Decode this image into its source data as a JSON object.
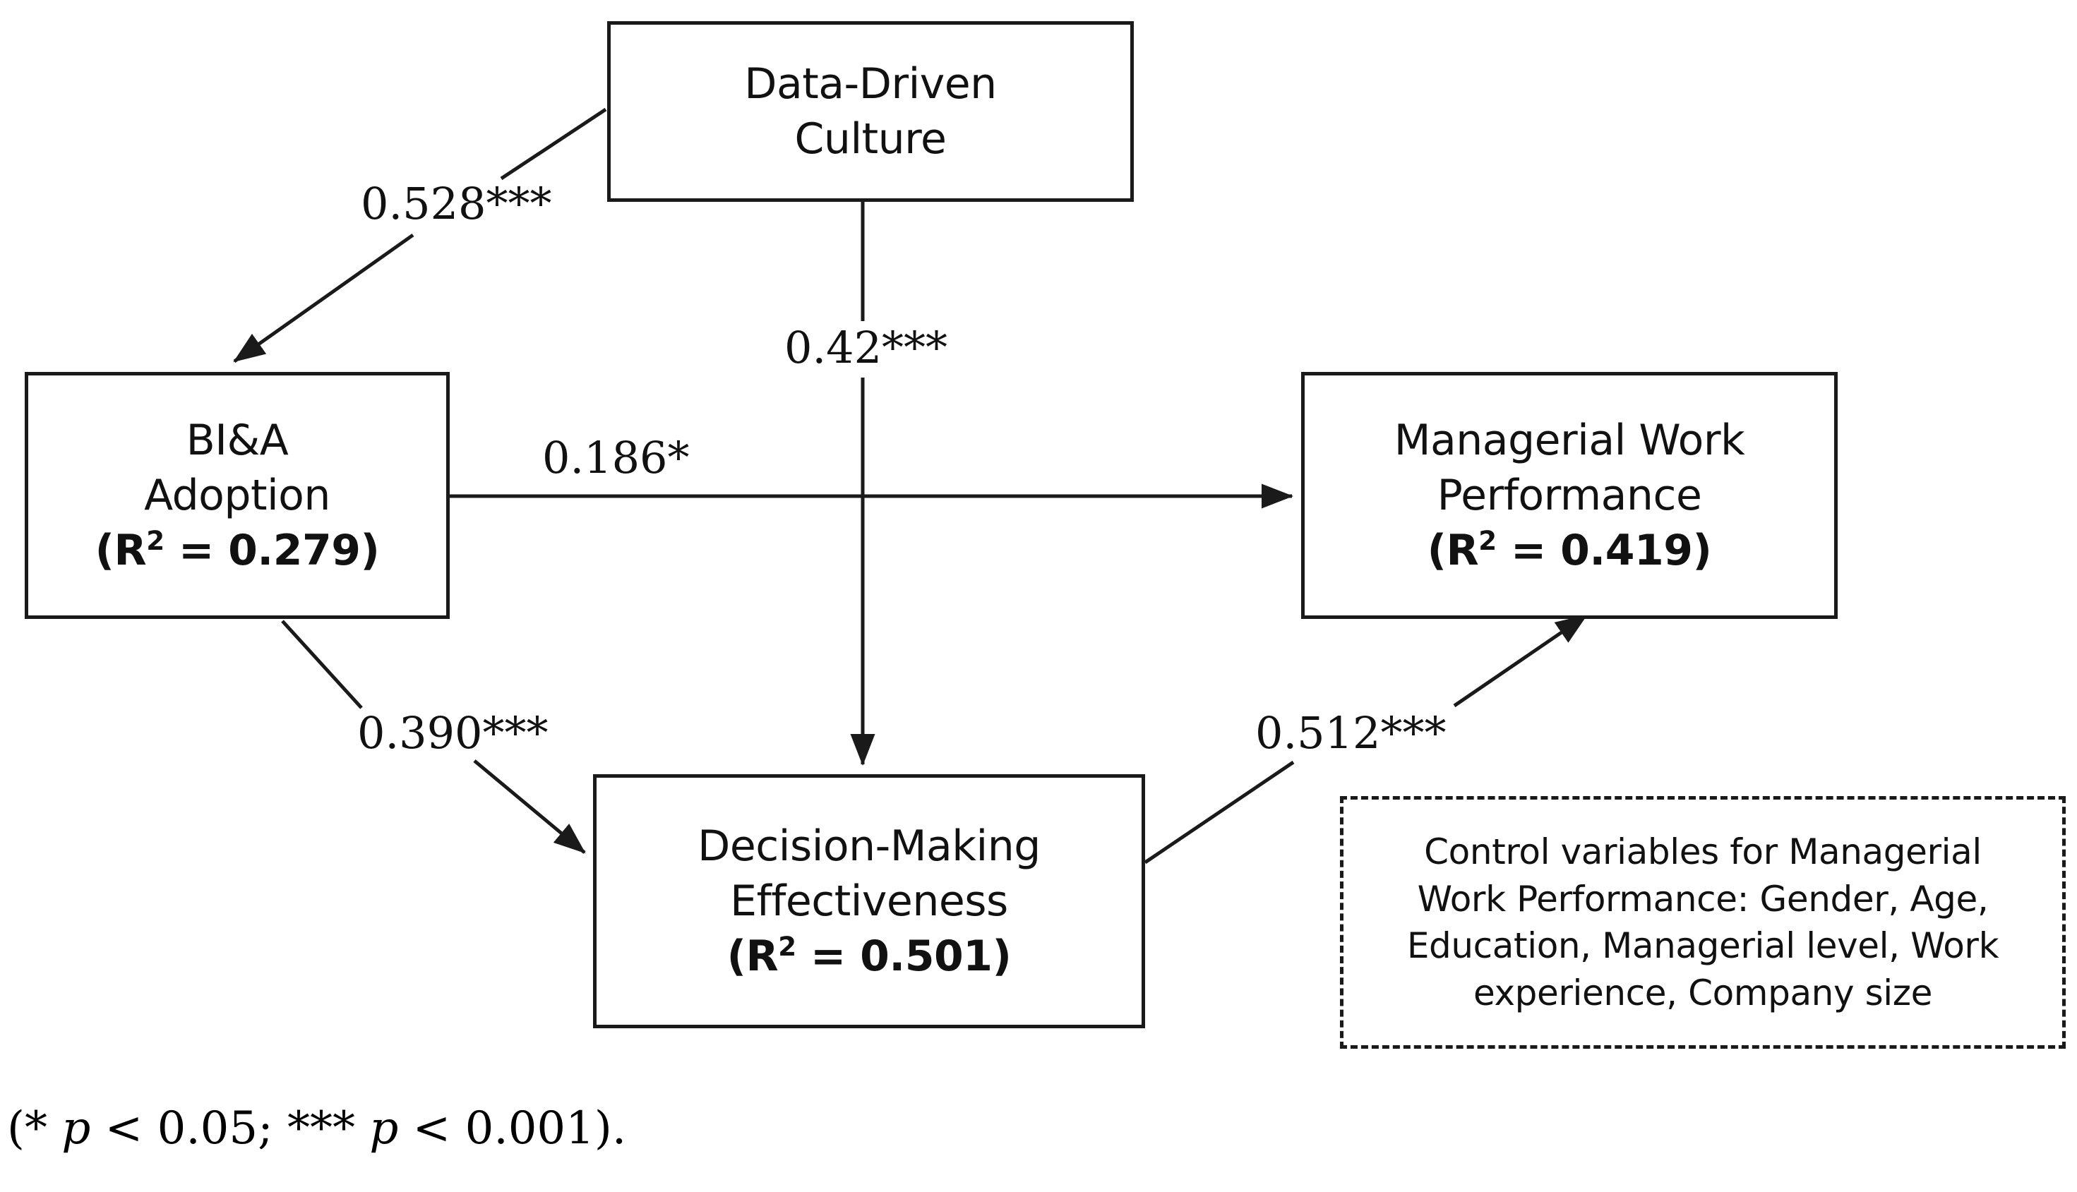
{
  "diagram": {
    "type": "structural-equation-model-path-diagram",
    "nodes": [
      {
        "id": "data-driven-culture",
        "lines": [
          "Data-Driven",
          "Culture"
        ],
        "r2": null
      },
      {
        "id": "bia-adoption",
        "lines": [
          "BI&A",
          "Adoption"
        ],
        "r2_prefix": "(R",
        "r2_sup": "2",
        "r2_suffix": " = 0.279)",
        "r2_value": 0.279
      },
      {
        "id": "managerial-work-performance",
        "lines": [
          "Managerial Work",
          "Performance"
        ],
        "r2_prefix": "(R",
        "r2_sup": "2",
        "r2_suffix": " = 0.419)",
        "r2_value": 0.419
      },
      {
        "id": "decision-making-effectiveness",
        "lines": [
          "Decision-Making",
          "Effectiveness"
        ],
        "r2_prefix": "(R",
        "r2_sup": "2",
        "r2_suffix": " = 0.501)",
        "r2_value": 0.501
      }
    ],
    "paths": [
      {
        "id": "culture-to-bia",
        "from": "data-driven-culture",
        "to": "bia-adoption",
        "coefficient": 0.528,
        "stars": "***",
        "label": "0.528***"
      },
      {
        "id": "culture-to-dme",
        "from": "data-driven-culture",
        "to": "decision-making-effectiveness",
        "coefficient": 0.42,
        "stars": "***",
        "label": "0.42***"
      },
      {
        "id": "bia-to-mwp",
        "from": "bia-adoption",
        "to": "managerial-work-performance",
        "coefficient": 0.186,
        "stars": "*",
        "label": "0.186*"
      },
      {
        "id": "bia-to-dme",
        "from": "bia-adoption",
        "to": "decision-making-effectiveness",
        "coefficient": 0.39,
        "stars": "***",
        "label": "0.390***"
      },
      {
        "id": "dme-to-mwp",
        "from": "decision-making-effectiveness",
        "to": "managerial-work-performance",
        "coefficient": 0.512,
        "stars": "***",
        "label": "0.512***"
      }
    ],
    "control_note": {
      "lines": [
        "Control variables for Managerial",
        "Work Performance: Gender, Age,",
        "Education, Managerial level, Work",
        "experience, Company size"
      ],
      "variables": [
        "Gender",
        "Age",
        "Education",
        "Managerial level",
        "Work experience",
        "Company size"
      ],
      "applies_to": "Managerial Work Performance"
    },
    "footnote": {
      "open": "(",
      "star1": "*",
      "p1": "p",
      "cond1": " < 0.05; ",
      "star3": "***",
      "p2": "p",
      "cond2": " < 0.001)."
    },
    "colors": {
      "stroke": "#1a1a1a",
      "text": "#111111",
      "background": "#ffffff"
    }
  }
}
